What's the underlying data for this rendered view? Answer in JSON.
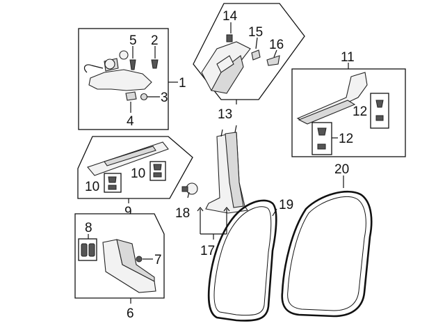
{
  "callouts": {
    "c1": "1",
    "c2": "2",
    "c3": "3",
    "c4": "4",
    "c5": "5",
    "c6": "6",
    "c7": "7",
    "c8": "8",
    "c9": "9",
    "c10a": "10",
    "c10b": "10",
    "c11": "11",
    "c12a": "12",
    "c12b": "12",
    "c13": "13",
    "c14": "14",
    "c15": "15",
    "c16": "16",
    "c17": "17",
    "c18": "18",
    "c19": "19",
    "c20": "20"
  }
}
